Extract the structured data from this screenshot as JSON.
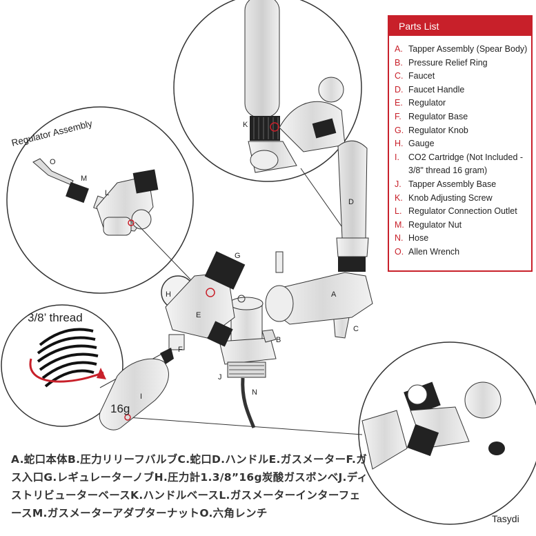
{
  "parts_list": {
    "title": "Parts List",
    "items": [
      {
        "letter": "A.",
        "text": "Tapper Assembly (Spear Body)"
      },
      {
        "letter": "B.",
        "text": "Pressure Relief Ring"
      },
      {
        "letter": "C.",
        "text": "Faucet"
      },
      {
        "letter": "D.",
        "text": "Faucet Handle"
      },
      {
        "letter": "E.",
        "text": "Regulator"
      },
      {
        "letter": "F.",
        "text": "Regulator Base"
      },
      {
        "letter": "G.",
        "text": "Regulator Knob"
      },
      {
        "letter": "H.",
        "text": "Gauge"
      },
      {
        "letter": "I.",
        "text": "CO2 Cartridge (Not Included - 3/8\" thread 16 gram)"
      },
      {
        "letter": "J.",
        "text": "Tapper Assembly Base"
      },
      {
        "letter": "K.",
        "text": "Knob Adjusting Screw"
      },
      {
        "letter": "L.",
        "text": "Regulator Connection Outlet"
      },
      {
        "letter": "M.",
        "text": "Regulator Nut"
      },
      {
        "letter": "N.",
        "text": "Hose"
      },
      {
        "letter": "O.",
        "text": "Allen Wrench"
      }
    ]
  },
  "callouts": {
    "regulator_assembly": "Regulator Assembly",
    "thread": "3/8’ thread",
    "cartridge_size": "16g"
  },
  "diagram_labels": {
    "A": "A",
    "B": "B",
    "C": "C",
    "D": "D",
    "E": "E",
    "F": "F",
    "G": "G",
    "H": "H",
    "I": "I",
    "J": "J",
    "K": "K",
    "L": "L",
    "M": "M",
    "N": "N",
    "O": "O"
  },
  "japanese_caption": "A.蛇口本体B.圧力リリーフバルブC.蛇口D.ハンドルE.ガスメーターF.ガス入口G.レギュレーターノブH.圧力計1.3/8”16g炭酸ガスボンベJ.ディストリビューターベースK.ハンドルベースL.ガスメーターインターフェースM.ガスメーターアダプターナットO.六角レンチ",
  "brand": "Tasydi",
  "colors": {
    "accent": "#c8202a",
    "line": "#333333"
  }
}
